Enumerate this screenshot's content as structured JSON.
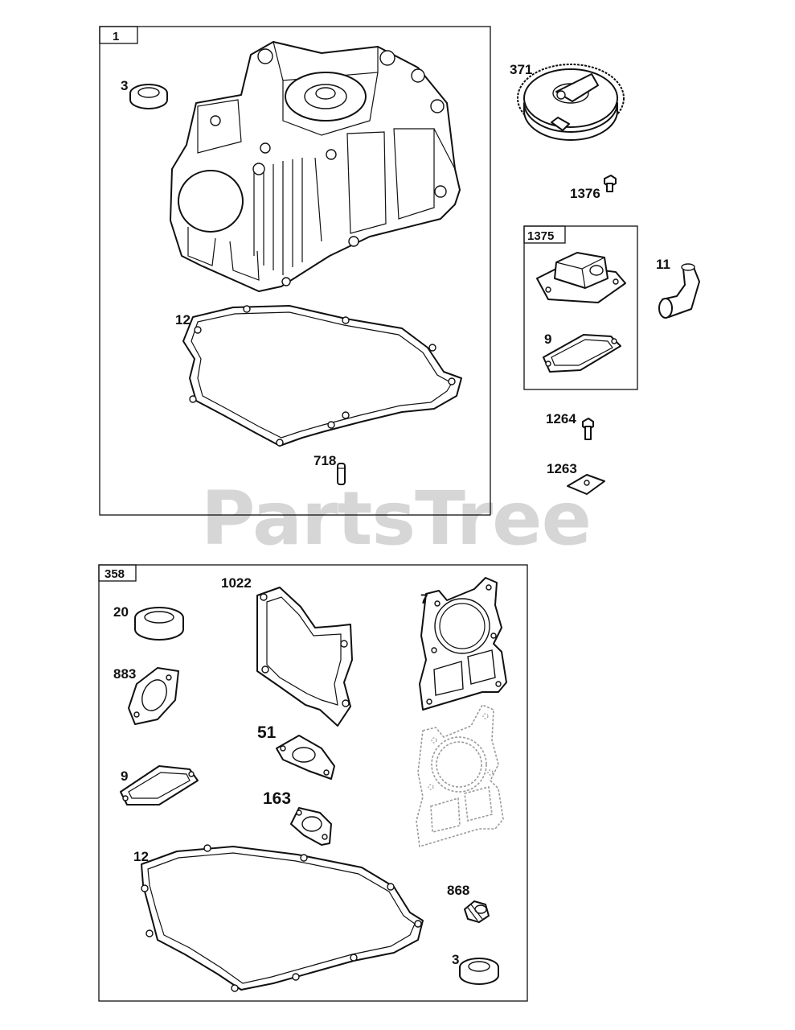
{
  "watermark": "PartsTree",
  "boxes": {
    "main": "1",
    "breather": "1375",
    "gasket_set": "358"
  },
  "callouts": {
    "seal_top": "3",
    "gear": "371",
    "screw_1376": "1376",
    "tube": "11",
    "gasket_9_top": "9",
    "gasket_12_top": "12",
    "screw_1264": "1264",
    "pin": "718",
    "plate": "1263",
    "gasket_1022": "1022",
    "head_gasket": "7",
    "seal_20": "20",
    "gasket_883": "883",
    "gasket_51": "51",
    "gasket_9_bottom": "9",
    "gasket_163": "163",
    "gasket_12_bottom": "12",
    "seal_868": "868",
    "seal_bottom": "3"
  }
}
